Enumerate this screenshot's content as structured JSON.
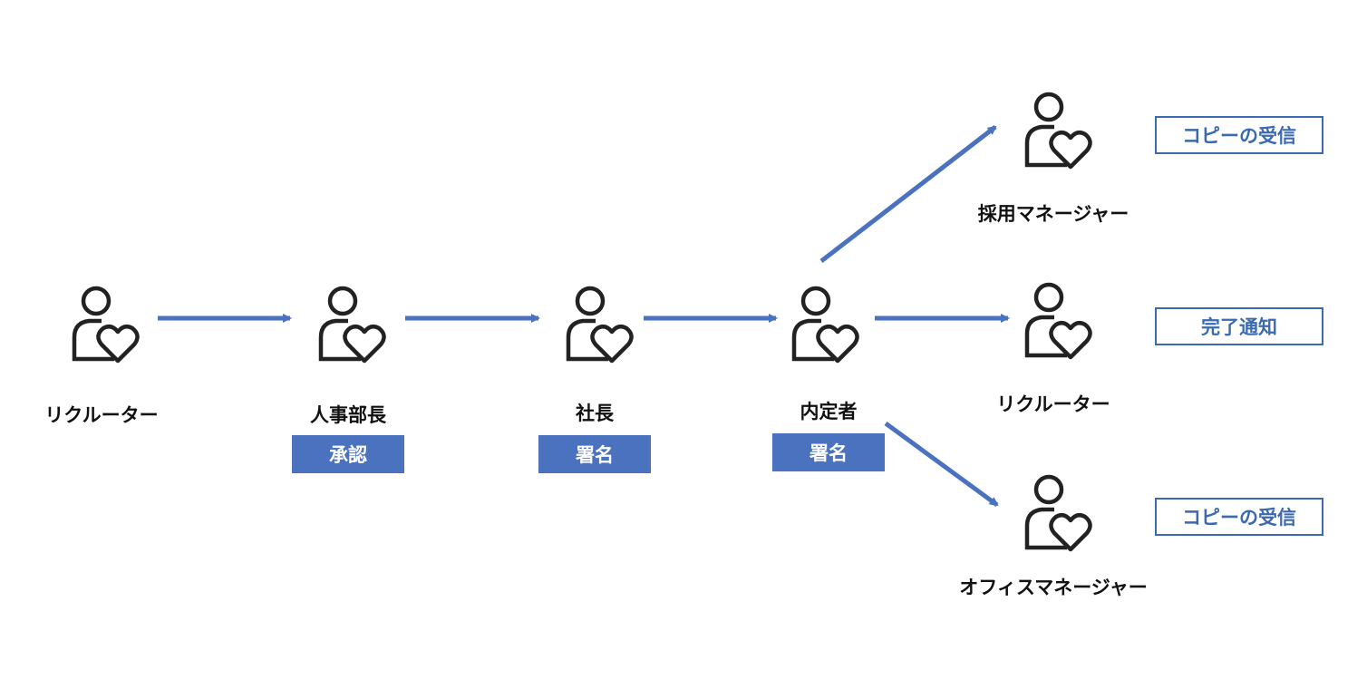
{
  "colors": {
    "arrow": "#4a72bf",
    "tag_fill": "#4a72bf",
    "tag_outline": "#3b6ab0",
    "icon_stroke": "#222222"
  },
  "nodes": {
    "recruiter_start": {
      "label": "リクルーター",
      "icon": "person-heart-icon"
    },
    "hr_manager": {
      "label": "人事部長",
      "icon": "person-heart-icon",
      "tag": "承認"
    },
    "president": {
      "label": "社長",
      "icon": "person-heart-icon",
      "tag": "署名"
    },
    "offer_recipient": {
      "label": "内定者",
      "icon": "person-heart-icon",
      "tag": "署名"
    },
    "hiring_manager": {
      "label": "採用マネージャー",
      "icon": "person-heart-icon",
      "note": "コピーの受信"
    },
    "recruiter_end": {
      "label": "リクルーター",
      "icon": "person-heart-icon",
      "note": "完了通知"
    },
    "office_manager": {
      "label": "オフィスマネージャー",
      "icon": "person-heart-icon",
      "note": "コピーの受信"
    }
  }
}
